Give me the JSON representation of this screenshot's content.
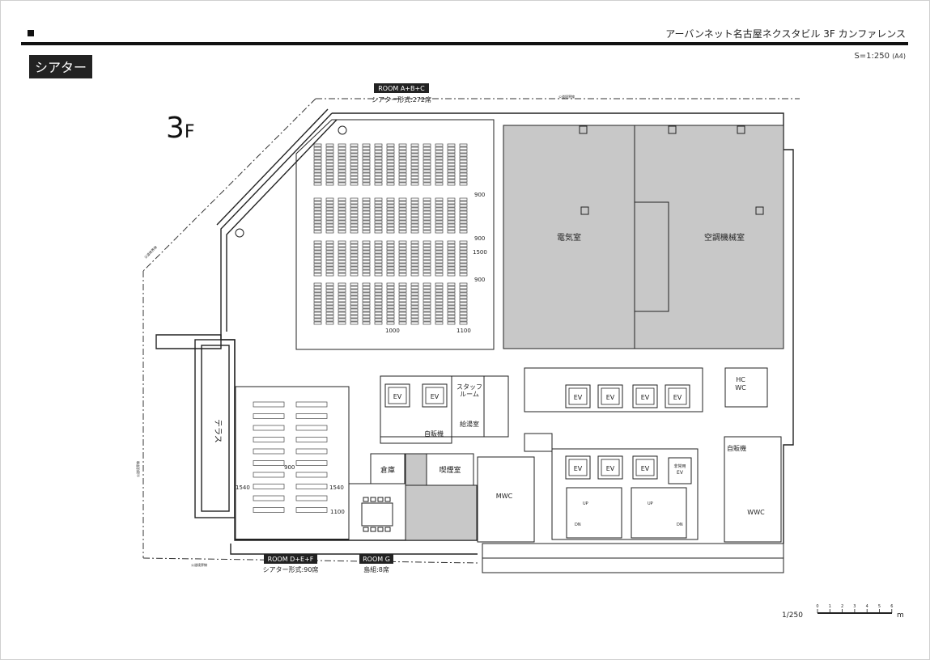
{
  "header": {
    "doc_title": "アーバンネット名古屋ネクスタビル 3F カンファレンス",
    "scale": "S=1:250",
    "paper": "(A4)",
    "section_tag": "シアター"
  },
  "floor": {
    "number": "3",
    "suffix": "F"
  },
  "rooms": {
    "abc": {
      "name": "ROOM A+B+C",
      "layout": "シアター形式:272席"
    },
    "def": {
      "name": "ROOM D+E+F",
      "layout": "シアター形式:90席"
    },
    "g": {
      "name": "ROOM G",
      "layout": "島組:8席"
    }
  },
  "labels": {
    "electrical": "電気室",
    "hvac": "空調機械室",
    "terrace": "テラス",
    "staff_room": [
      "スタッフ",
      "ルーム"
    ],
    "kitchenette": "給湯室",
    "vending_1": "自販機",
    "vending_2": "自販機",
    "storage": "倉庫",
    "smoking": "喫煙室",
    "mwc": "MWC",
    "wwc": "WWC",
    "hcwc": [
      "HC",
      "WC"
    ],
    "ev": "EV",
    "emergency_ev": [
      "非常用",
      "EV"
    ],
    "up": "UP",
    "dn": "DN"
  },
  "dimensions": {
    "d900a": "900",
    "d900b": "900",
    "d900c": "900",
    "d1500": "1500",
    "d1000": "1000",
    "d1100a": "1100",
    "d900d": "900",
    "d1540a": "1540",
    "d1540b": "1540",
    "d1100b": "1100"
  },
  "boundary_note": "公道境界線",
  "scale_bar": {
    "ratio": "1/250",
    "ticks": [
      "0",
      "1",
      "2",
      "3",
      "4",
      "5",
      "6"
    ],
    "unit": "m"
  },
  "colors": {
    "gray_room": "#c8c8c8",
    "line": "#222222",
    "tag_bg": "#222222"
  }
}
